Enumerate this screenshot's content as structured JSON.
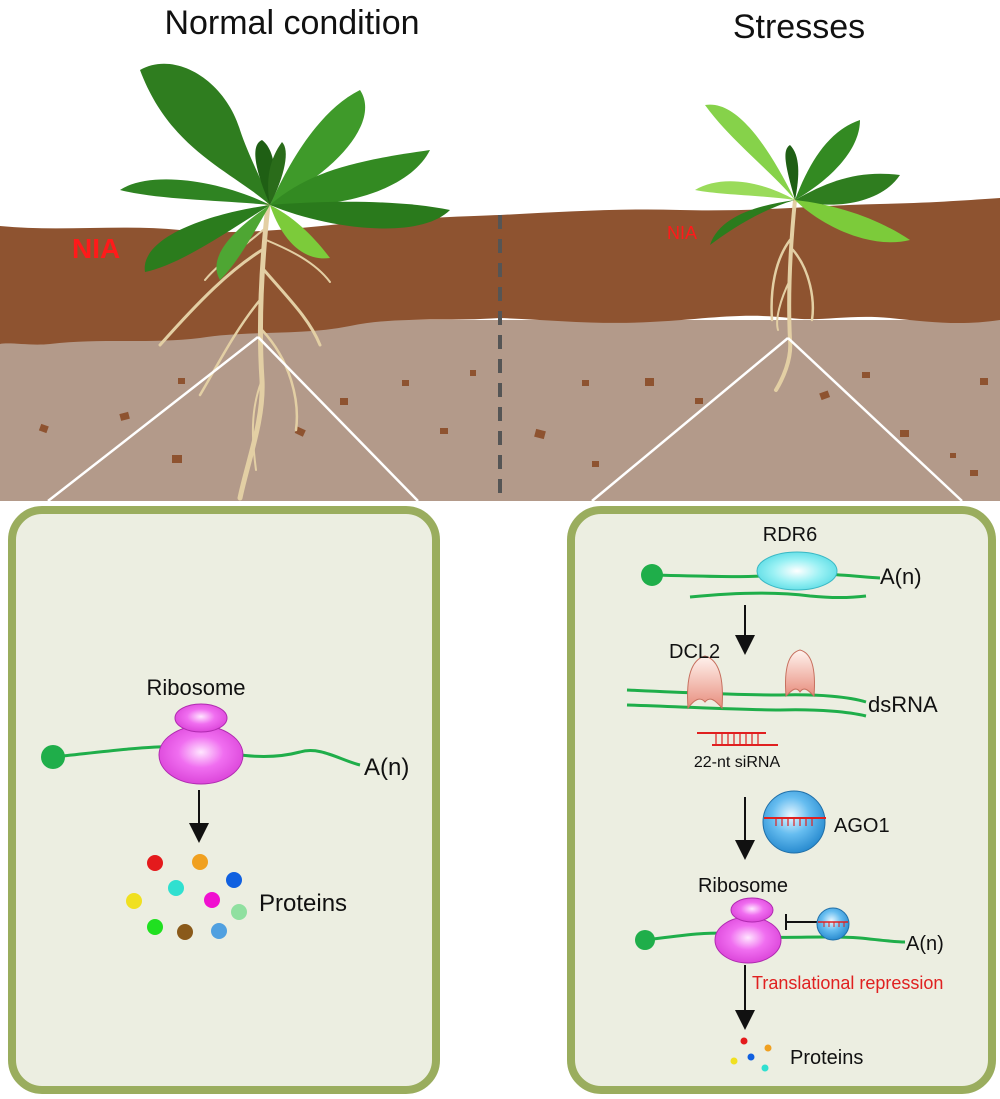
{
  "panels": {
    "left_title": "Normal condition",
    "right_title": "Stresses"
  },
  "soil_labels": {
    "left": "NIA",
    "right": "NIA"
  },
  "normal_cell": {
    "ribosome_label": "Ribosome",
    "polya_label": "A(n)",
    "proteins_label": "Proteins"
  },
  "stress_cell": {
    "rdr6_label": "RDR6",
    "polya_top_label": "A(n)",
    "dcl2_label": "DCL2",
    "dsrna_label": "dsRNA",
    "sirna_label": "22-nt siRNA",
    "ago1_label": "AGO1",
    "ribosome_label": "Ribosome",
    "polya_bottom_label": "A(n)",
    "repression_label": "Translational repression",
    "proteins_label": "Proteins"
  },
  "colors": {
    "topsoil": "#8e5330",
    "subsoil": "#b39a8a",
    "panel_bg": "#eceee1",
    "panel_border": "#9aad5e",
    "rna_green": "#1fae4a",
    "ribosome": "#e84fe0",
    "rdr6": "#6fe6ec",
    "dcl2": "#f0a898",
    "ago1": "#3aa5dc",
    "sirna_red": "#e02020",
    "nia_red": "#ff1a1a",
    "leaf_dark": "#2f7d1f",
    "leaf_light": "#7ccb3a",
    "root": "#e3cfa4"
  },
  "icons": {
    "cap": "5-prime-cap-dot-icon",
    "arrow": "down-arrow-icon",
    "inhibit": "inhibition-bar-icon"
  }
}
